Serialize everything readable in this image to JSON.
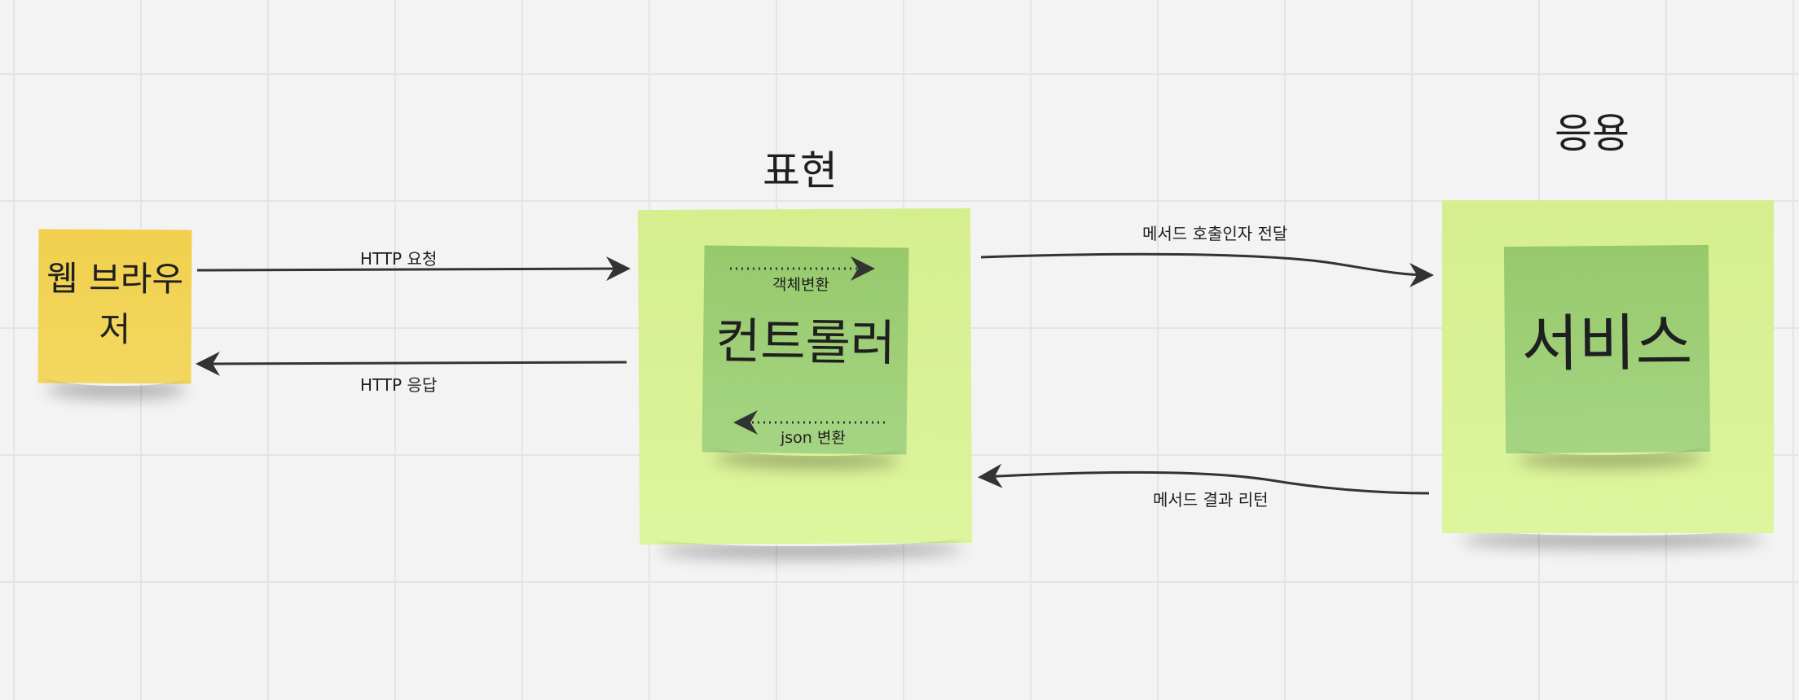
{
  "headings": {
    "presentation": "표현",
    "application": "응용"
  },
  "notes": {
    "browser": "웹 브라우저",
    "controller": "컨트롤러",
    "service": "서비스"
  },
  "connectors": {
    "http_request": "HTTP 요청",
    "http_response": "HTTP 응답",
    "method_call": "메서드 호출인자 전달",
    "method_return": "메서드 결과 리턴",
    "object_conversion": "객체변환",
    "json_conversion": "json 변환"
  },
  "colors": {
    "canvas": "#f3f3f3",
    "grid": "#e4e4e4",
    "sticky_yellow": "#f0d04d",
    "sticky_light_green": "#d9f295",
    "sticky_green": "#9ecf77",
    "arrow": "#333333"
  }
}
